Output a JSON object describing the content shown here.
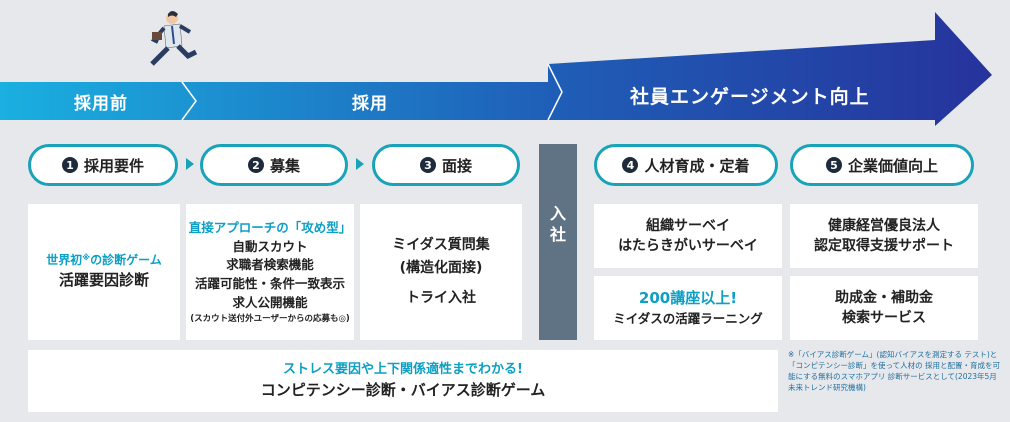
{
  "colors": {
    "accent": "#19a3b9",
    "band_start": "#1ab0e0",
    "band_end": "#26339c",
    "cyan_text": "#0d9fc4",
    "nyusha_bg": "#5f7385"
  },
  "band": {
    "stage1": "採用前",
    "stage2": "採用",
    "stage3": "社員エンゲージメント向上"
  },
  "steps": [
    {
      "num": "1",
      "label": "採用要件"
    },
    {
      "num": "2",
      "label": "募集"
    },
    {
      "num": "3",
      "label": "面接"
    },
    {
      "num": "4",
      "label": "人材育成・定着"
    },
    {
      "num": "5",
      "label": "企業価値向上"
    }
  ],
  "nyusha": {
    "line1": "入",
    "line2": "社"
  },
  "boxes": {
    "requirements": {
      "highlight": "世界初",
      "mark": "※",
      "highlight2": "の診断ゲーム",
      "main": "活躍要因診断"
    },
    "recruit": {
      "title": "直接アプローチの「攻め型」",
      "items": [
        "自動スカウト",
        "求職者検索機能",
        "活躍可能性・条件一致表示",
        "求人公開機能"
      ],
      "note": "(スカウト送付外ユーザーからの応募も◎)"
    },
    "interview": {
      "line1": "ミイダス質問集",
      "line2": "(構造化面接)",
      "line3": "トライ入社"
    },
    "survey": {
      "line1": "組織サーベイ",
      "line2": "はたらきがいサーベイ"
    },
    "learning": {
      "highlight": "200講座以上!",
      "main": "ミイダスの活躍ラーニング"
    },
    "health": {
      "line1": "健康経営優良法人",
      "line2": "認定取得支援サポート"
    },
    "subsidy": {
      "line1": "助成金・補助金",
      "line2": "検索サービス"
    },
    "competency": {
      "highlight": "ストレス要因や上下関係適性までわかる!",
      "main": "コンピテンシー診断・バイアス診断ゲーム"
    }
  },
  "footnote": "※「バイアス診断ゲーム」(認知バイアスを測定する テスト)と「コンピテンシー診断」を使って人材の 採用と配置・育成を可能にする無料のスマホアプリ 診断サービスとして(2023年5月 未来トレンド研究機構)"
}
